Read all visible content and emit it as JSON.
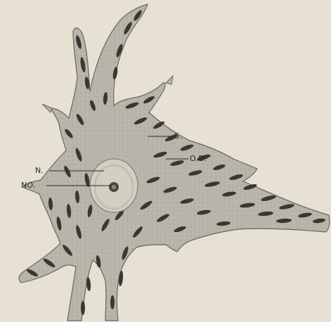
{
  "figure": {
    "labels": {
      "S": "S.",
      "OB": "O.B.",
      "N": "N.",
      "NO": "NO."
    },
    "colors": {
      "paper": "#e6e1d3",
      "cell_body": "#b7b3a8",
      "cell_outline": "#6a665e",
      "nuclei": "#3a3733",
      "nucleus_ring": "#d3cfc3",
      "leader_lines": "#2a2a2a"
    }
  }
}
